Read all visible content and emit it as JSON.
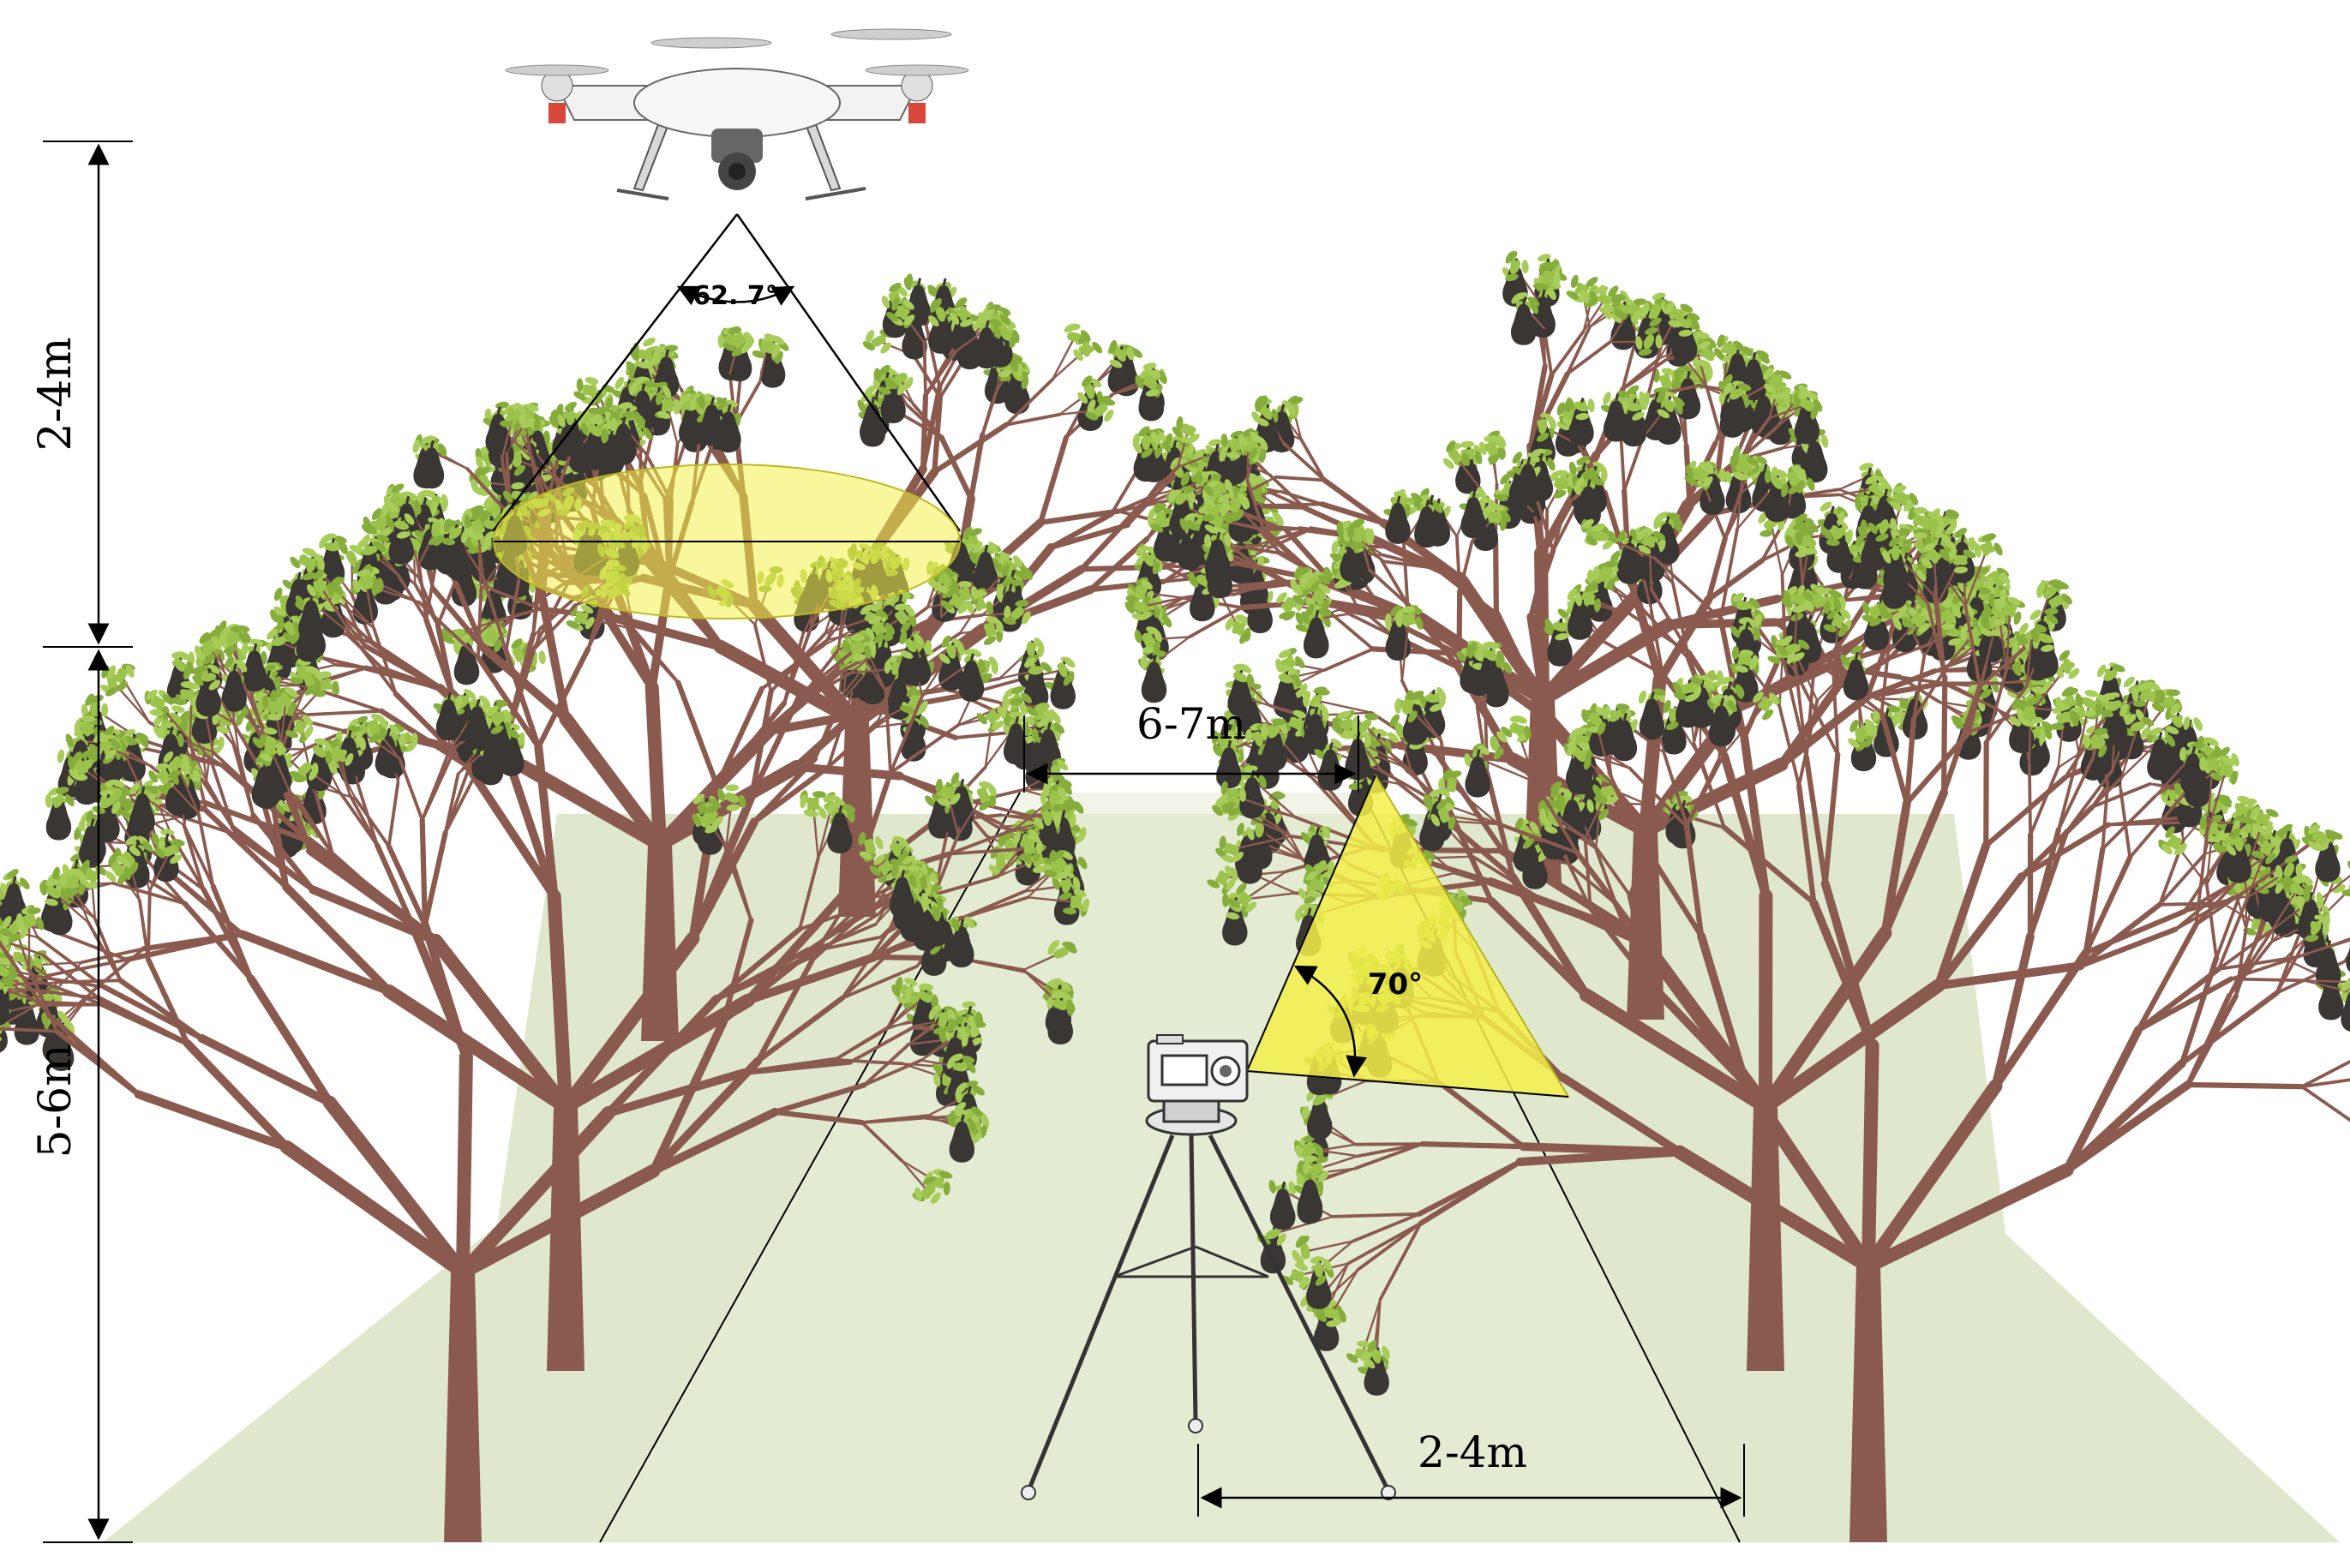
{
  "labels": {
    "camera_fov": "62. 7°",
    "upper_height": "2-4m",
    "lower_height": "5-6m",
    "row_spacing": "6-7m",
    "tripod_fov": "70°",
    "tripod_distance": "2-4m"
  },
  "colors": {
    "ground": "#dfe8cc",
    "fov_fill": "#f4f04a",
    "trunk": "#8a5a4f",
    "leaf": "#9bc24a",
    "fruit": "#3a3634"
  },
  "icons": {
    "drone": "drone-icon",
    "camera": "camera-icon",
    "tripod": "tripod-icon"
  }
}
